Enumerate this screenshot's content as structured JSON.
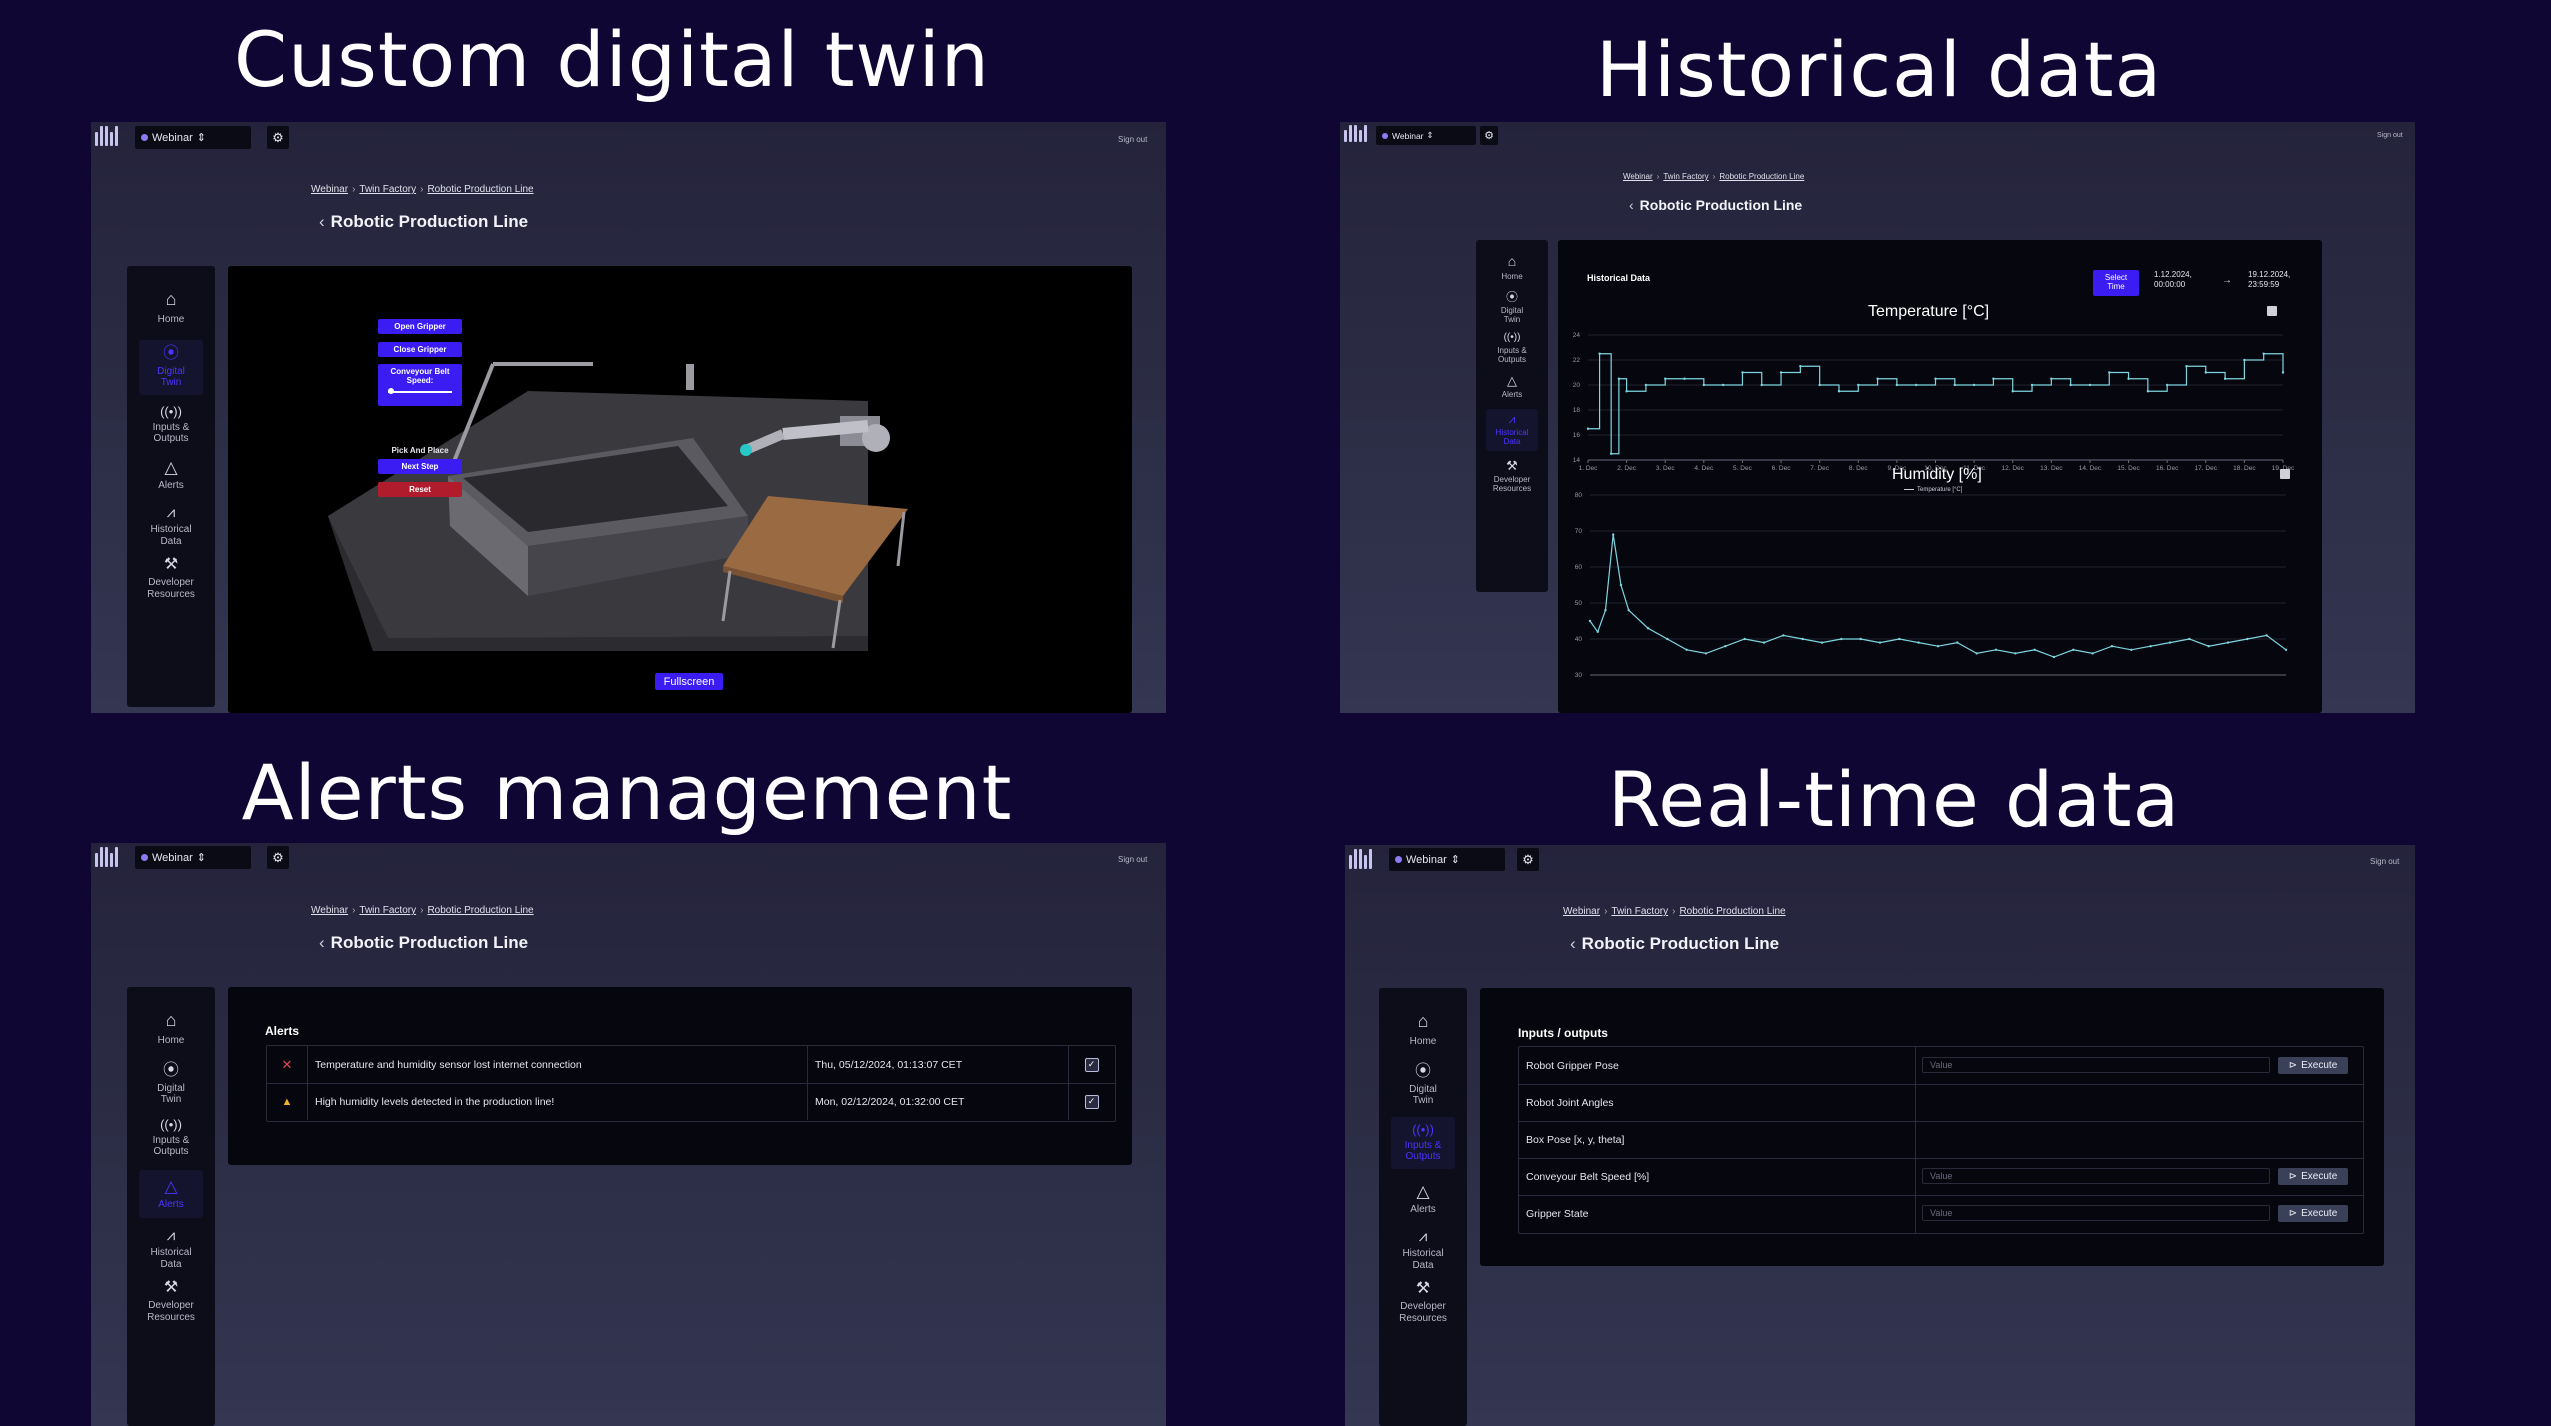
{
  "titles": {
    "q1": "Custom digital twin",
    "q2": "Historical data",
    "q3": "Alerts management",
    "q4": "Real-time data"
  },
  "header": {
    "workspace": "Webinar",
    "signout": "Sign out"
  },
  "breadcrumb": {
    "items": [
      "Webinar",
      "Twin Factory",
      "Robotic Production Line"
    ],
    "separator": "›"
  },
  "page_title": "Robotic Production Line",
  "sidebar": {
    "items": [
      {
        "icon": "home-icon",
        "label": "Home"
      },
      {
        "icon": "digital-twin-icon",
        "label": "Digital Twin"
      },
      {
        "icon": "broadcast-icon",
        "label": "Inputs & Outputs"
      },
      {
        "icon": "alert-triangle-icon",
        "label": "Alerts"
      },
      {
        "icon": "chart-icon",
        "label": "Historical Data"
      },
      {
        "icon": "tools-icon",
        "label": "Developer Resources"
      }
    ]
  },
  "twin": {
    "buttons": [
      "Open Gripper",
      "Close Gripper"
    ],
    "conveyor_label": "Conveyour Belt Speed:",
    "pick_place_label": "Pick And Place",
    "next_step": "Next Step",
    "reset": "Reset",
    "fullscreen": "Fullscreen",
    "colors": {
      "accent": "#3b1cf2",
      "reset": "#b01c2c"
    }
  },
  "history": {
    "card_title": "Historical Data",
    "select_time": "Select Time",
    "from": "1.12.2024, 00:00:00",
    "arrow": "→",
    "to": "19.12.2024, 23:59:59"
  },
  "chart_data": [
    {
      "type": "line",
      "title": "Temperature [°C]",
      "legend": "Temperature [°C]",
      "x_ticks": [
        "1. Dec",
        "2. Dec",
        "3. Dec",
        "4. Dec",
        "5. Dec",
        "6. Dec",
        "7. Dec",
        "8. Dec",
        "9. Dec",
        "10. Dec",
        "11. Dec",
        "12. Dec",
        "13. Dec",
        "14. Dec",
        "15. Dec",
        "16. Dec",
        "17. Dec",
        "18. Dec",
        "19. Dec"
      ],
      "y_ticks": [
        14,
        16,
        18,
        20,
        22,
        24
      ],
      "ylim": [
        14,
        24
      ],
      "color": "#7ed6df",
      "x": [
        1.0,
        1.3,
        1.6,
        1.8,
        2.0,
        2.5,
        3.0,
        3.5,
        4.0,
        4.5,
        5.0,
        5.5,
        6.0,
        6.5,
        7.0,
        7.5,
        8.0,
        8.5,
        9.0,
        9.5,
        10.0,
        10.5,
        11.0,
        11.5,
        12.0,
        12.5,
        13.0,
        13.5,
        14.0,
        14.5,
        15.0,
        15.5,
        16.0,
        16.5,
        17.0,
        17.5,
        18.0,
        18.5,
        19.0
      ],
      "y": [
        16.5,
        22.5,
        14.5,
        20.5,
        19.5,
        20.0,
        20.5,
        20.5,
        20.0,
        20.0,
        21.0,
        20.0,
        21.0,
        21.5,
        20.0,
        19.5,
        20.0,
        20.5,
        20.0,
        20.0,
        20.5,
        20.0,
        20.0,
        20.5,
        19.5,
        20.0,
        20.5,
        20.0,
        20.0,
        21.0,
        20.5,
        19.5,
        20.0,
        21.5,
        21.0,
        20.5,
        22.0,
        22.5,
        21.0
      ]
    },
    {
      "type": "line",
      "title": "Humidity [%]",
      "y_ticks": [
        30,
        40,
        50,
        60,
        70,
        80
      ],
      "ylim": [
        30,
        80
      ],
      "color": "#7ed6df",
      "x": [
        1.0,
        1.2,
        1.4,
        1.6,
        1.8,
        2.0,
        2.5,
        3.0,
        3.5,
        4.0,
        4.5,
        5.0,
        5.5,
        6.0,
        6.5,
        7.0,
        7.5,
        8.0,
        8.5,
        9.0,
        9.5,
        10.0,
        10.5,
        11.0,
        11.5,
        12.0,
        12.5,
        13.0,
        13.5,
        14.0,
        14.5,
        15.0,
        15.5,
        16.0,
        16.5,
        17.0,
        17.5,
        18.0,
        18.5,
        19.0
      ],
      "y": [
        45,
        42,
        48,
        69,
        55,
        48,
        43,
        40,
        37,
        36,
        38,
        40,
        39,
        41,
        40,
        39,
        40,
        40,
        39,
        40,
        39,
        38,
        39,
        36,
        37,
        36,
        37,
        35,
        37,
        36,
        38,
        37,
        38,
        39,
        40,
        38,
        39,
        40,
        41,
        37
      ]
    }
  ],
  "alerts": {
    "card_title": "Alerts",
    "rows": [
      {
        "severity": "error",
        "message": "Temperature and humidity sensor lost internet connection",
        "time": "Thu, 05/12/2024, 01:13:07 CET"
      },
      {
        "severity": "warning",
        "message": "High humidity levels detected in the production line!",
        "time": "Mon, 02/12/2024, 01:32:00 CET"
      }
    ],
    "colors": {
      "error": "#e0454f",
      "warning": "#f0b429"
    }
  },
  "io": {
    "card_title": "Inputs / outputs",
    "placeholder": "Value",
    "execute": "Execute",
    "rows": [
      {
        "label": "Robot Gripper Pose",
        "input": true
      },
      {
        "label": "Robot Joint Angles",
        "input": false
      },
      {
        "label": "Box Pose [x, y, theta]",
        "input": false
      },
      {
        "label": "Conveyour Belt Speed [%]",
        "input": true
      },
      {
        "label": "Gripper State",
        "input": true
      }
    ]
  }
}
